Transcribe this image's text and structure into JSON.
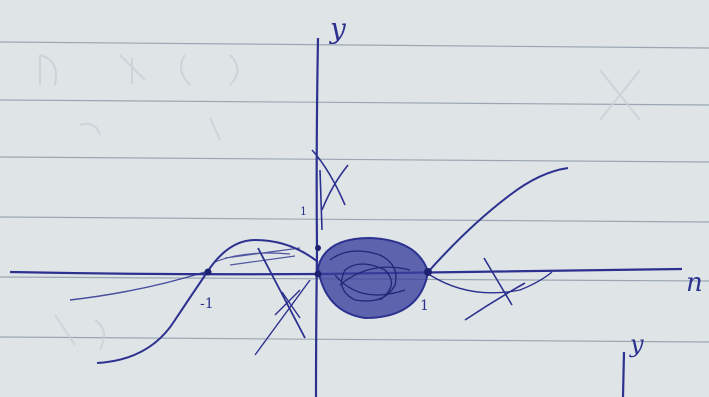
{
  "labels": {
    "y_axis": "y",
    "x_axis": "n",
    "tick_pos_one": "1",
    "tick_neg_one": "-1",
    "tick_y_one": "1",
    "corner_y": "y"
  },
  "colors": {
    "ink": "#2c3190",
    "paper": "#dfe4e6",
    "rule_line": "#9aa7b3"
  }
}
